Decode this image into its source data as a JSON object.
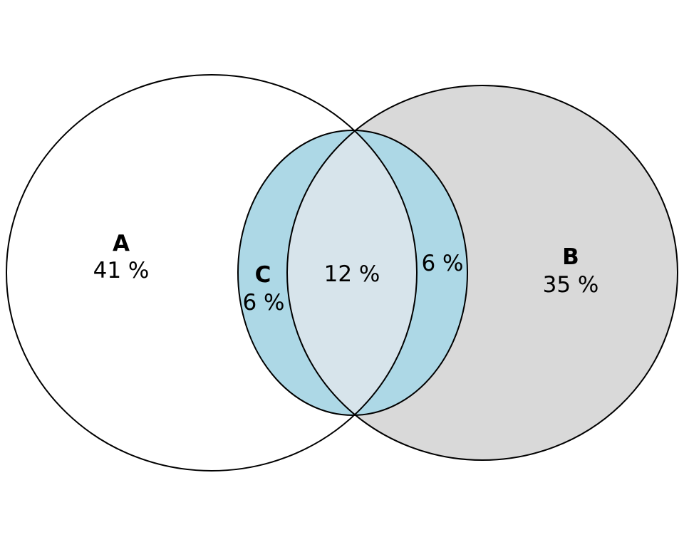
{
  "colors": {
    "set_a_fill": "#ffffff",
    "set_b_fill": "#d9d9d9",
    "set_c_fill": "#add8e6",
    "overlap_center_fill": "#d7e4eb",
    "outline": "#000000"
  },
  "sets": {
    "a": {
      "name": "A",
      "percent": "41 %"
    },
    "b": {
      "name": "B",
      "percent": "35 %"
    },
    "c": {
      "name": "C",
      "percent": "6 %"
    }
  },
  "regions": {
    "center": {
      "percent": "12 %"
    },
    "b_and_c": {
      "percent": "6 %"
    }
  }
}
